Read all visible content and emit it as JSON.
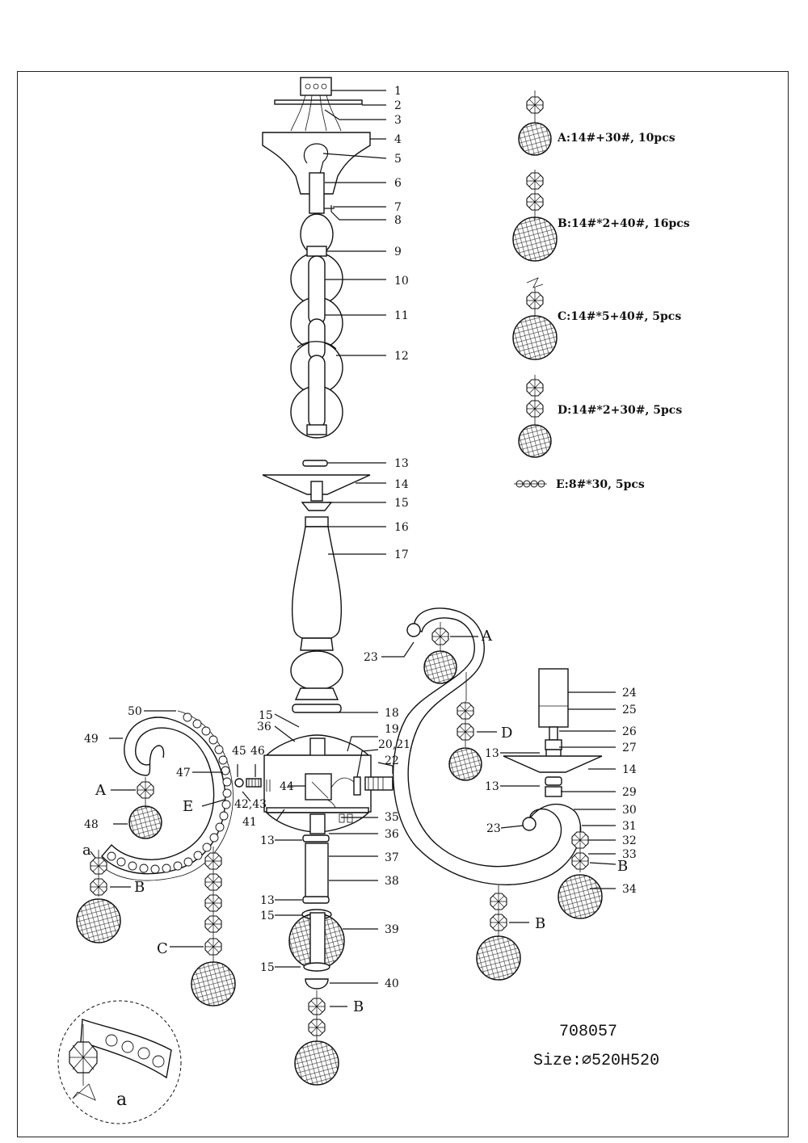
{
  "model": "708057",
  "size": "Size:⌀520H520",
  "legend": [
    {
      "id": "A",
      "text": "A:14#+30#, 10pcs"
    },
    {
      "id": "B",
      "text": "B:14#*2+40#, 16pcs"
    },
    {
      "id": "C",
      "text": "C:14#*5+40#, 5pcs"
    },
    {
      "id": "D",
      "text": "D:14#*2+30#, 5pcs"
    },
    {
      "id": "E",
      "text": "E:8#*30, 5pcs"
    }
  ],
  "callouts": {
    "p1": "1",
    "p2": "2",
    "p3": "3",
    "p4": "4",
    "p5": "5",
    "p6": "6",
    "p7": "7",
    "p8": "8",
    "p9": "9",
    "p10": "10",
    "p11": "11",
    "p12": "12",
    "p13a": "13",
    "p14a": "14",
    "p15a": "15",
    "p16": "16",
    "p17": "17",
    "p18": "18",
    "p15b": "15",
    "p36a": "36",
    "p19": "19",
    "p2021": "20,21",
    "p22": "22",
    "p44": "44",
    "p4243": "42,43",
    "p41": "41",
    "p35": "35",
    "p36b": "36",
    "p13b": "13",
    "p37": "37",
    "p38": "38",
    "p13c": "13",
    "p15c": "15",
    "p39": "39",
    "p15d": "15",
    "p40": "40",
    "p23a": "23",
    "p24": "24",
    "p25": "25",
    "p26": "26",
    "p13d": "13",
    "p27": "27",
    "p14b": "14",
    "p13e": "13",
    "p29": "29",
    "p30": "30",
    "p23b": "23",
    "p31": "31",
    "p32": "32",
    "p33": "33",
    "p34": "34",
    "p50": "50",
    "p49": "49",
    "p45": "45",
    "p46": "46",
    "p47": "47",
    "p48": "48"
  },
  "letters": {
    "A_right": "A",
    "D_right": "D",
    "B_r1": "B",
    "B_r2": "B",
    "B_center": "B",
    "A_left": "A",
    "E_left": "E",
    "a_left": "a",
    "B_left": "B",
    "C_left": "C",
    "a_detail": "a"
  }
}
